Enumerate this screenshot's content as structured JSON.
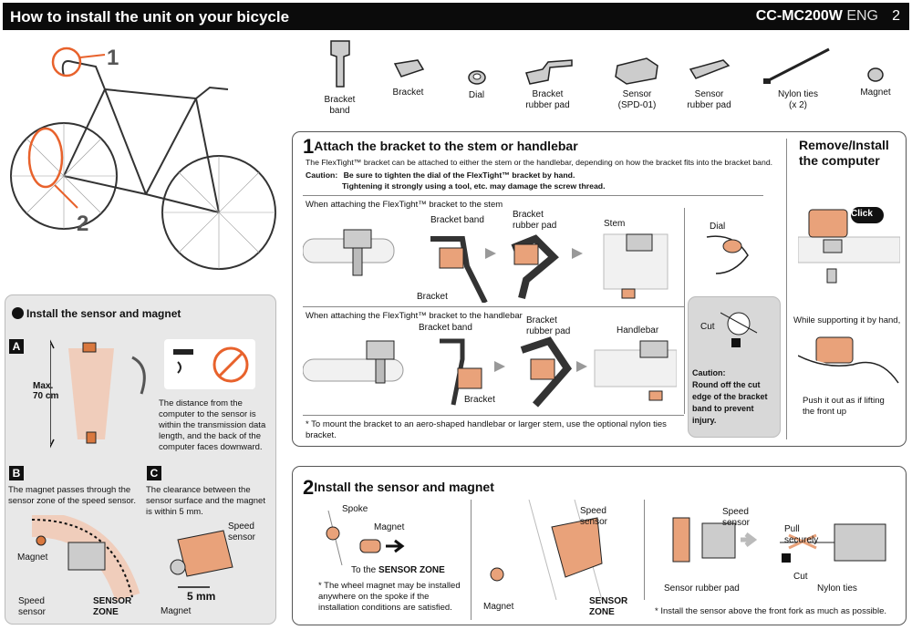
{
  "header": {
    "title": "How to install the unit on your bicycle",
    "model": "CC-MC200W",
    "lang": "ENG",
    "page": "2"
  },
  "bike": {
    "callout1": "1",
    "callout2": "2"
  },
  "parts": [
    {
      "name": "Bracket band",
      "line1": "Bracket",
      "line2": "band"
    },
    {
      "name": "Bracket",
      "line1": "Bracket",
      "line2": ""
    },
    {
      "name": "Dial",
      "line1": "Dial",
      "line2": ""
    },
    {
      "name": "Bracket rubber pad",
      "line1": "Bracket",
      "line2": "rubber pad"
    },
    {
      "name": "Sensor",
      "line1": "Sensor",
      "line2": "(SPD-01)"
    },
    {
      "name": "Sensor rubber pad",
      "line1": "Sensor",
      "line2": "rubber pad"
    },
    {
      "name": "Nylon ties",
      "line1": "Nylon ties",
      "line2": "(x 2)"
    },
    {
      "name": "Magnet",
      "line1": "Magnet",
      "line2": ""
    }
  ],
  "left": {
    "title": "Install the sensor and magnet",
    "a": {
      "letter": "A",
      "max": "Max.",
      "dist": "70 cm",
      "text": "The distance from the computer to the sensor is within the transmission data length, and the back of the computer faces downward."
    },
    "b": {
      "letter": "B",
      "text": "The magnet passes through the sensor zone of the speed sensor.",
      "magnet": "Magnet",
      "speed": "Speed",
      "sensor": "sensor",
      "zone1": "SENSOR",
      "zone2": "ZONE"
    },
    "c": {
      "letter": "C",
      "text": "The clearance between the sensor surface and the magnet is within 5 mm.",
      "speed": "Speed",
      "sensor": "sensor",
      "magnet": "Magnet",
      "mm": "5 mm"
    }
  },
  "step1": {
    "num": "1",
    "title": "Attach the bracket to the stem or handlebar",
    "intro": "The FlexTight™ bracket can be attached to either the stem or the handlebar, depending on how the bracket fits into the bracket band.",
    "caution_label": "Caution:",
    "caution1": "Be sure to tighten the dial of the FlexTight™ bracket by hand.",
    "caution2": "Tightening it strongly using a tool, etc. may damage the screw thread.",
    "stem_heading": "When attaching the FlexTight™ bracket to the stem",
    "bar_heading": "When attaching the FlexTight™ bracket to the handlebar",
    "bracket_band": "Bracket band",
    "bracket_rubber": "Bracket",
    "rubber_pad": "rubber pad",
    "stem": "Stem",
    "bracket": "Bracket",
    "handlebar": "Handlebar",
    "dial": "Dial",
    "cut": "Cut",
    "caution_box": {
      "label": "Caution:",
      "text": "Round off the cut edge of the bracket band to prevent injury."
    },
    "note": "* To mount the bracket to an aero-shaped handlebar or larger stem, use the optional nylon ties bracket."
  },
  "remove": {
    "title1": "Remove/Install",
    "title2": "the computer",
    "click": "Click",
    "support": "While supporting it by hand,",
    "push1": "Push it out as if lifting",
    "push2": "the front up"
  },
  "step2": {
    "num": "2",
    "title": "Install the sensor and magnet",
    "spoke": "Spoke",
    "magnet": "Magnet",
    "to_zone_pre": "To the",
    "to_zone": "SENSOR ZONE",
    "note1": "* The wheel magnet may be installed anywhere on the spoke if the installation conditions are satisfied.",
    "magnet2": "Magnet",
    "speed": "Speed",
    "sensor": "sensor",
    "zone1": "SENSOR",
    "zone2": "ZONE",
    "speed2": "Speed",
    "sensor2": "sensor",
    "sensor_rubber": "Sensor rubber pad",
    "pull1": "Pull",
    "pull2": "securely",
    "cut": "Cut",
    "nylon": "Nylon ties",
    "note2": "* Install the sensor above the front fork as much as possible."
  }
}
